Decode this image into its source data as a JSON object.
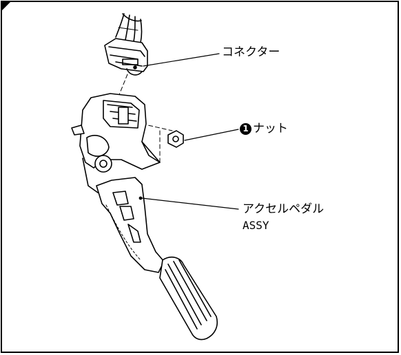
{
  "labels": {
    "connector": "コネクター",
    "nut_number": "1",
    "nut": "ナット",
    "pedal_line1": "アクセルペダル",
    "pedal_line2": "ASSY"
  }
}
